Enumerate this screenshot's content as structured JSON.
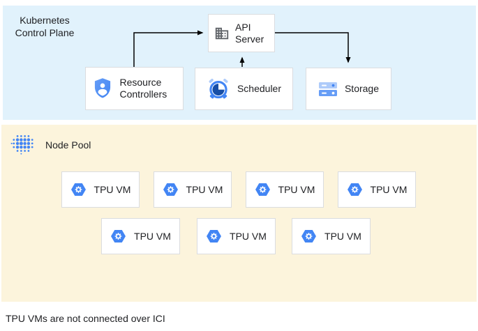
{
  "diagram": {
    "control_plane": {
      "label": "Kubernetes Control Plane",
      "nodes": {
        "api_server": {
          "label": "API Server",
          "icon": "building-icon"
        },
        "resource_controllers": {
          "label": "Resource Controllers",
          "icon": "shield-user-icon"
        },
        "scheduler": {
          "label": "Scheduler",
          "icon": "alarm-clock-icon"
        },
        "storage": {
          "label": "Storage",
          "icon": "storage-stack-icon"
        }
      },
      "arrows": [
        "resource-controllers -> api-server",
        "api-server -> storage",
        "scheduler -> api-server"
      ]
    },
    "node_pool": {
      "label": "Node Pool",
      "icon": "tpu-dots-icon",
      "vms": [
        {
          "label": "TPU VM"
        },
        {
          "label": "TPU VM"
        },
        {
          "label": "TPU VM"
        },
        {
          "label": "TPU VM"
        },
        {
          "label": "TPU VM"
        },
        {
          "label": "TPU VM"
        },
        {
          "label": "TPU VM"
        }
      ]
    },
    "caption": "TPU VMs are not connected over ICI",
    "colors": {
      "control_plane_bg": "#e1f2fc",
      "node_pool_bg": "#fcf4dc",
      "box_border": "#dadce0",
      "text": "#202124",
      "arrow": "#000000",
      "icon_blue": "#4285f4",
      "icon_light_blue": "#aecbfa",
      "icon_mid_blue": "#669df6",
      "icon_dark_blue": "#174ea6",
      "icon_gray": "#5f6368"
    }
  }
}
